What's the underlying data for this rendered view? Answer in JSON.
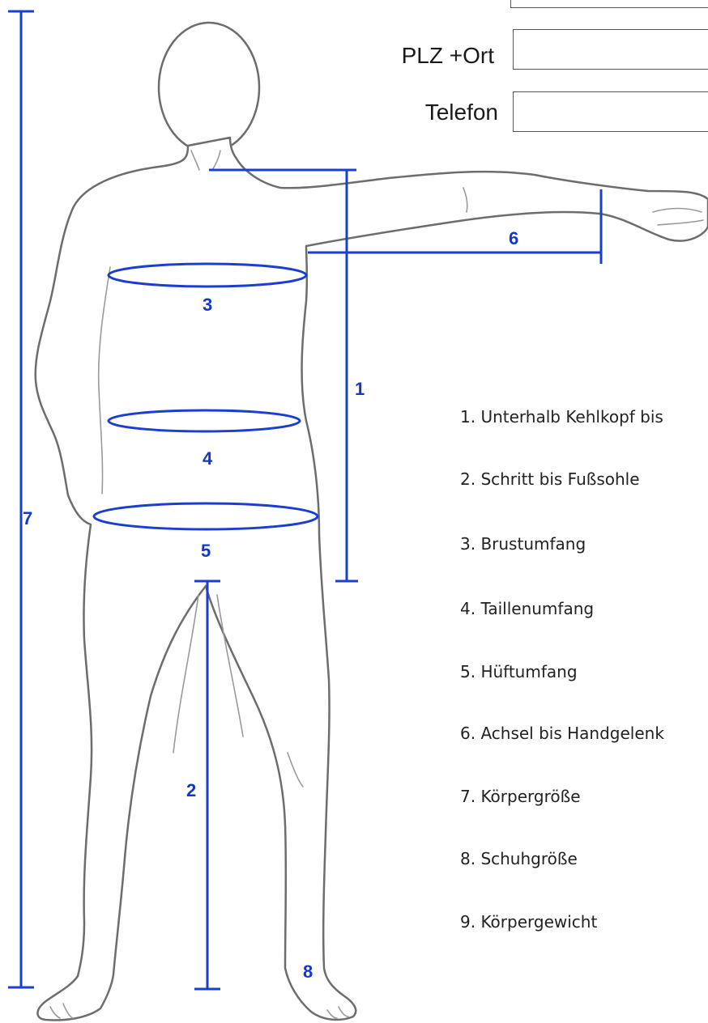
{
  "form": {
    "fields": [
      {
        "label": ""
      },
      {
        "label": "PLZ +Ort"
      },
      {
        "label": "Telefon"
      }
    ]
  },
  "diagram": {
    "markers": {
      "m1": "1",
      "m2": "2",
      "m3": "3",
      "m4": "4",
      "m5": "5",
      "m6": "6",
      "m7": "7",
      "m8": "8"
    },
    "accent_color": "#1a3fd0"
  },
  "legend": {
    "items": [
      "1. Unterhalb Kehlkopf bis",
      "2. Schritt bis Fußsohle",
      "3. Brustumfang",
      "4. Taillenumfang",
      "5. Hüftumfang",
      "6. Achsel bis Handgelenk",
      "7. Körpergröße",
      "8. Schuhgröße",
      "9. Körpergewicht"
    ]
  }
}
